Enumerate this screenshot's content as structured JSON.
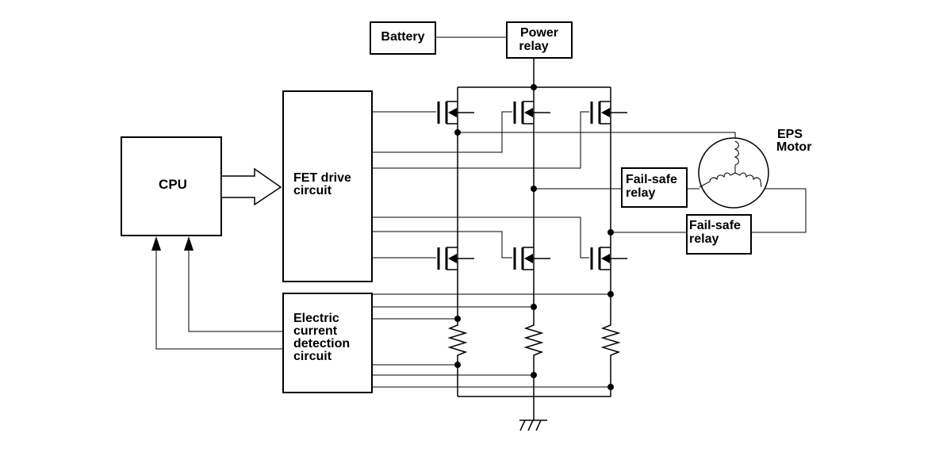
{
  "blocks": {
    "battery": "Battery",
    "power_relay": [
      "Power",
      "relay"
    ],
    "cpu": "CPU",
    "fet_drive": [
      "FET drive",
      "circuit"
    ],
    "current_detection": [
      "Electric",
      "current",
      "detection",
      "circuit"
    ],
    "fail_safe_relay_1": [
      "Fail-safe",
      "relay"
    ],
    "fail_safe_relay_2": [
      "Fail-safe",
      "relay"
    ],
    "eps_motor": [
      "EPS",
      "Motor"
    ]
  }
}
